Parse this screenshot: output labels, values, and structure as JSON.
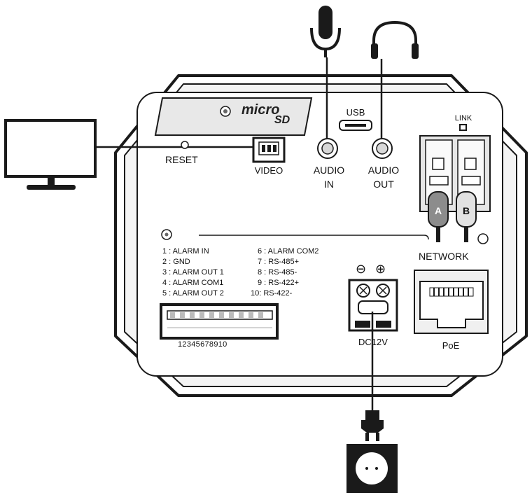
{
  "labels": {
    "microsd_text": "micro",
    "microsd_sd": "SD",
    "usb": "USB",
    "link": "LINK",
    "reset": "RESET",
    "video": "VIDEO",
    "audio_in_line1": "AUDIO",
    "audio_in_line2": "IN",
    "audio_out_line1": "AUDIO",
    "audio_out_line2": "OUT",
    "port_a": "A",
    "port_b": "B",
    "network": "NETWORK",
    "poe": "PoE",
    "dc12v": "DC12V",
    "terminal_numbers": "12345678910",
    "polarity_minus": "⊖",
    "polarity_plus": "⊕"
  },
  "pin_list_left": [
    "1 : ALARM IN",
    "2 : GND",
    "3 : ALARM OUT 1",
    "4 : ALARM COM1",
    "5 : ALARM OUT 2"
  ],
  "pin_list_right": [
    "6 : ALARM COM2",
    "7 : RS-485+",
    "8 : RS-485-",
    "9 : RS-422+",
    "10: RS-422-"
  ],
  "colors": {
    "line": "#1a1a1a",
    "panel_fill": "#ffffff",
    "panel_shade": "#e8e8e8",
    "connector_a": "#8c8c8c",
    "connector_b": "#cfcfcf"
  }
}
